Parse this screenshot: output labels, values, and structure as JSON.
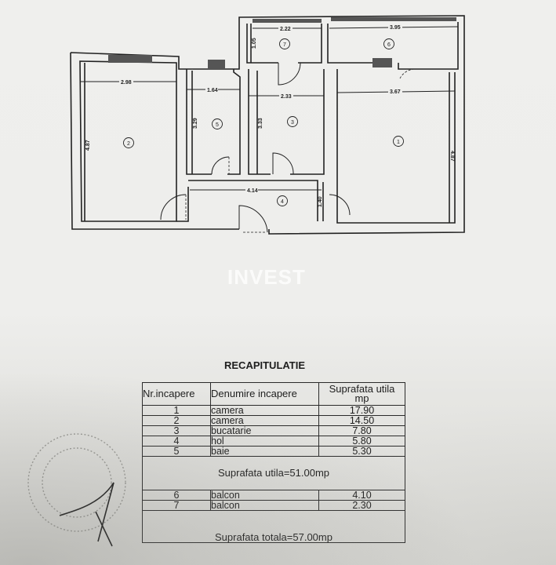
{
  "floor_plan": {
    "rooms": [
      {
        "number": "1",
        "width_label": "3.67",
        "height_label": "4.87"
      },
      {
        "number": "2",
        "width_label": "2.98",
        "height_label": "4.87"
      },
      {
        "number": "3",
        "width_label": "2.33",
        "height_label": "3.33"
      },
      {
        "number": "4",
        "width_label": "4.14",
        "height_label": "1.40"
      },
      {
        "number": "5",
        "width_label": "1.64",
        "height_label": "3.29"
      },
      {
        "number": "6",
        "width_label": "3.95"
      },
      {
        "number": "7",
        "width_label": "2.22",
        "height_label": "1.05"
      }
    ]
  },
  "watermark": "INVEST",
  "recap": {
    "title": "RECAPITULATIE",
    "headers": {
      "nr": "Nr.incapere",
      "name": "Denumire incapere",
      "area_line1": "Suprafata utila",
      "area_line2": "mp"
    },
    "rows": [
      {
        "nr": "1",
        "name": "camera",
        "area": "17.90"
      },
      {
        "nr": "2",
        "name": "camera",
        "area": "14.50"
      },
      {
        "nr": "3",
        "name": "bucatarie",
        "area": "7.80"
      },
      {
        "nr": "4",
        "name": "hol",
        "area": "5.80"
      },
      {
        "nr": "5",
        "name": "baie",
        "area": "5.30"
      }
    ],
    "useful_total": "Suprafata utila=51.00mp",
    "balcony_rows": [
      {
        "nr": "6",
        "name": "balcon",
        "area": "4.10"
      },
      {
        "nr": "7",
        "name": "balcon",
        "area": "2.30"
      }
    ],
    "grand_total": "Suprafata totala=57.00mp"
  }
}
